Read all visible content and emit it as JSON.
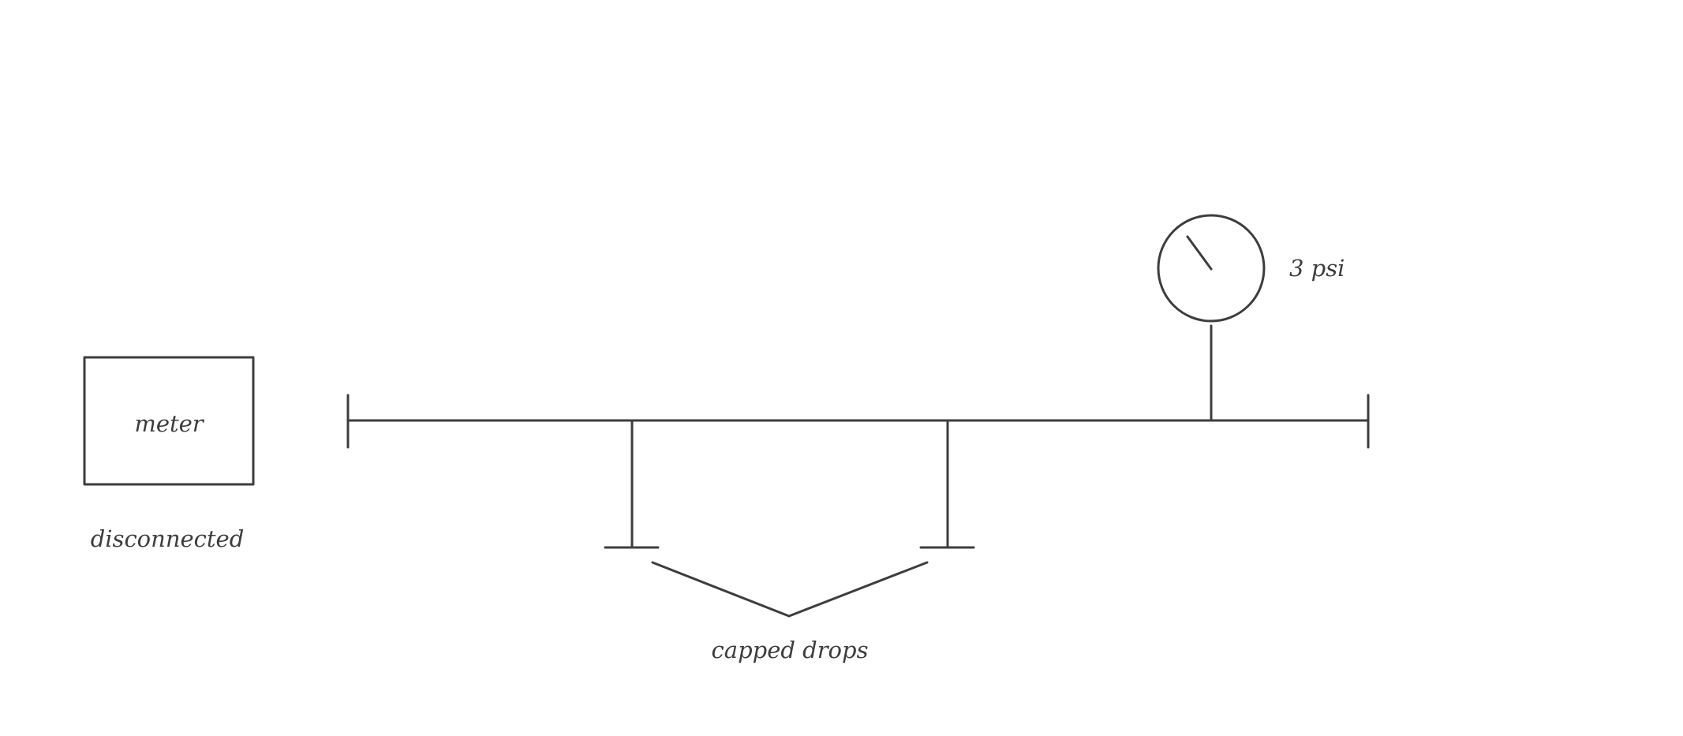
{
  "diagram": {
    "meter": {
      "label": "meter",
      "status": "disconnected"
    },
    "gauge": {
      "reading": "3 psi"
    },
    "drops": {
      "label": "capped drops"
    }
  },
  "colors": {
    "stroke": "#3d3d3d",
    "background": "#ffffff"
  }
}
